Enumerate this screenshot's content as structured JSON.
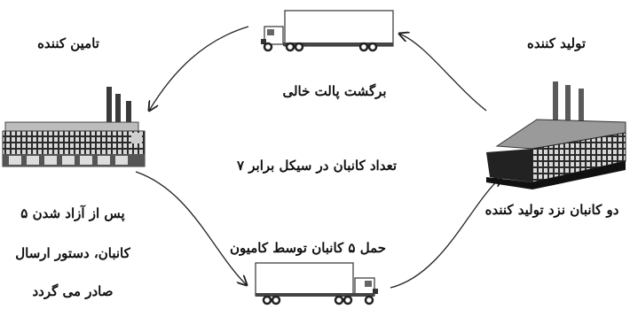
{
  "diagram": {
    "supplier_label": "تامین کننده",
    "producer_label": "تولید کننده",
    "return_label": "برگشت پالت خالی",
    "center_label": "تعداد کانبان در سیکل برابر ۷",
    "producer_kanban_label": "دو کانبان نزد تولید کننده",
    "supplier_note_lines": [
      "پس از آزاد شدن ۵",
      "کانبان، دستور ارسال",
      "صادر می گردد"
    ],
    "shipment_label": "حمل ۵ کانبان توسط کامیون"
  }
}
